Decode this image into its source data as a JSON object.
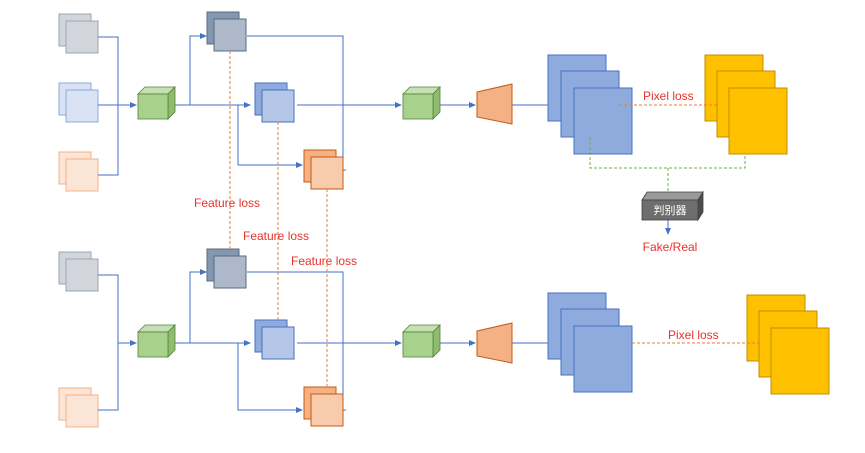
{
  "labels": {
    "feature_loss_1": "Feature loss",
    "feature_loss_2": "Feature loss",
    "feature_loss_3": "Feature loss",
    "pixel_loss_top": "Pixel loss",
    "pixel_loss_bottom": "Pixel loss",
    "discriminator": "判别器",
    "fake_real": "Fake/Real"
  },
  "colors": {
    "input_gray": "#d2d6dc",
    "input_blue": "#dae3f3",
    "input_peach": "#fbe5d6",
    "cube_green": "#a9d18e",
    "feat_dark": "#8497b0",
    "feat_blue": "#8faadc",
    "feat_orange": "#f4b183",
    "decoder": "#f4b183",
    "output_blue": "#8faadc",
    "target_gold": "#ffc000",
    "arrow": "#4472c4",
    "loss_line": "#ed7d31",
    "disc_line": "#70ad47",
    "disc_box": "#6e6e6e",
    "label_red": "#e8312b"
  }
}
